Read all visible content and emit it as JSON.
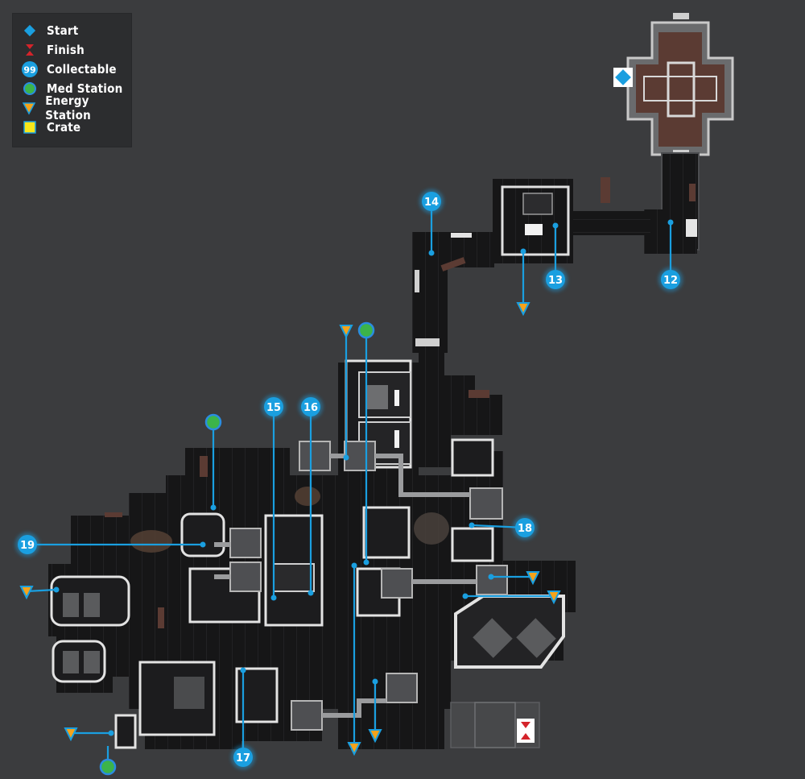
{
  "legend": {
    "items": [
      {
        "label": "Start",
        "icon": "start-diamond-icon",
        "color": "#1a9fe0"
      },
      {
        "label": "Finish",
        "icon": "finish-arrows-icon",
        "color": "#d4232a"
      },
      {
        "label": "Collectable",
        "icon": "collectable-badge-icon",
        "color": "#1a9fe0",
        "badge_text": "99"
      },
      {
        "label": "Med Station",
        "icon": "med-station-circle-icon",
        "color": "#3cb44a"
      },
      {
        "label": "Energy Station",
        "icon": "energy-station-triangle-icon",
        "color": "#f5a31a"
      },
      {
        "label": "Crate",
        "icon": "crate-square-icon",
        "color": "#f7e61a"
      }
    ]
  },
  "collectables": [
    {
      "label": "12"
    },
    {
      "label": "13"
    },
    {
      "label": "14"
    },
    {
      "label": "15"
    },
    {
      "label": "16"
    },
    {
      "label": "17"
    },
    {
      "label": "18"
    },
    {
      "label": "19"
    }
  ],
  "colors": {
    "background": "#3b3c3e",
    "floor": "#161617",
    "wall": "#e2e2e2",
    "marker_blue": "#1a9fe0",
    "med_green": "#3cb44a",
    "energy_orange": "#f5a31a",
    "room_brown": "#5a3a32"
  }
}
